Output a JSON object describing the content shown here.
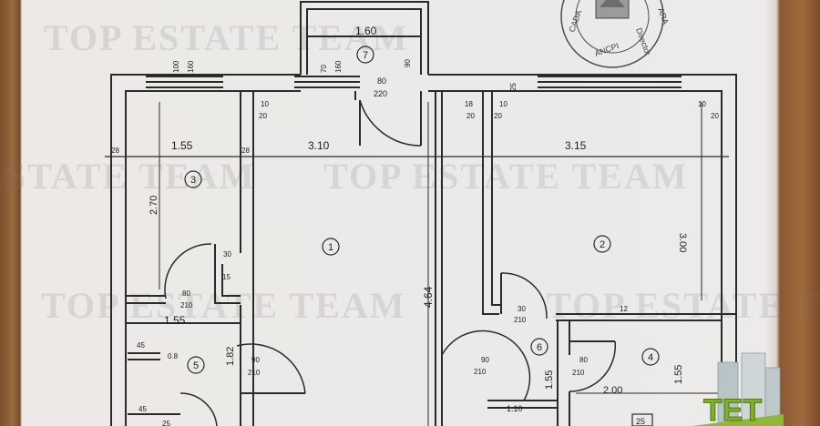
{
  "watermark": "TOP ESTATE TEAM",
  "logo_text": "TET",
  "stamp": {
    "lines": [
      "CADA",
      "Director",
      "ANCPI",
      "ARA"
    ]
  },
  "rooms": [
    {
      "id": "room-1",
      "label": "1"
    },
    {
      "id": "room-2",
      "label": "2"
    },
    {
      "id": "room-3",
      "label": "3"
    },
    {
      "id": "room-4",
      "label": "4"
    },
    {
      "id": "room-5",
      "label": "5"
    },
    {
      "id": "room-6",
      "label": "6"
    },
    {
      "id": "room-7",
      "label": "7"
    }
  ],
  "dimensions": {
    "top_1_60": "1.60",
    "w1_100": "100",
    "w1_160": "160",
    "w2_70": "70",
    "w2_160": "160",
    "d7_90": "90",
    "door_80": "80",
    "door_220": "220",
    "t_10a": "10",
    "t_20a": "20",
    "t_18": "18",
    "t_20b": "20",
    "t_10b": "10",
    "t_20c": "20",
    "t_25": "25",
    "t_10c": "10",
    "t_20d": "20",
    "left_28": "28",
    "w_1_55": "1.55",
    "mid_28": "28",
    "w_3_10": "3.10",
    "w_3_15": "3.15",
    "h_2_70": "2.70",
    "h_3_00": "3.00",
    "h_4_64": "4.64",
    "d3_30": "30",
    "d3_15": "15",
    "d3_80": "80",
    "d3_210": "210",
    "bottom_1_55": "1.55",
    "w_45a": "45",
    "w_0_8": "0.8",
    "h_1_82": "1.82",
    "d5_90": "90",
    "d5_210": "210",
    "w_45b": "45",
    "w_25": "25",
    "d6_30": "30",
    "d6_210": "210",
    "d_12": "12",
    "d6b_90": "90",
    "d6b_210": "210",
    "h6_1_55": "1.55",
    "w_1_10": "1.10",
    "d4_80": "80",
    "d4_210": "210",
    "w4_2_00": "2.00",
    "h4_1_55": "1.55",
    "bot_25": "25"
  }
}
